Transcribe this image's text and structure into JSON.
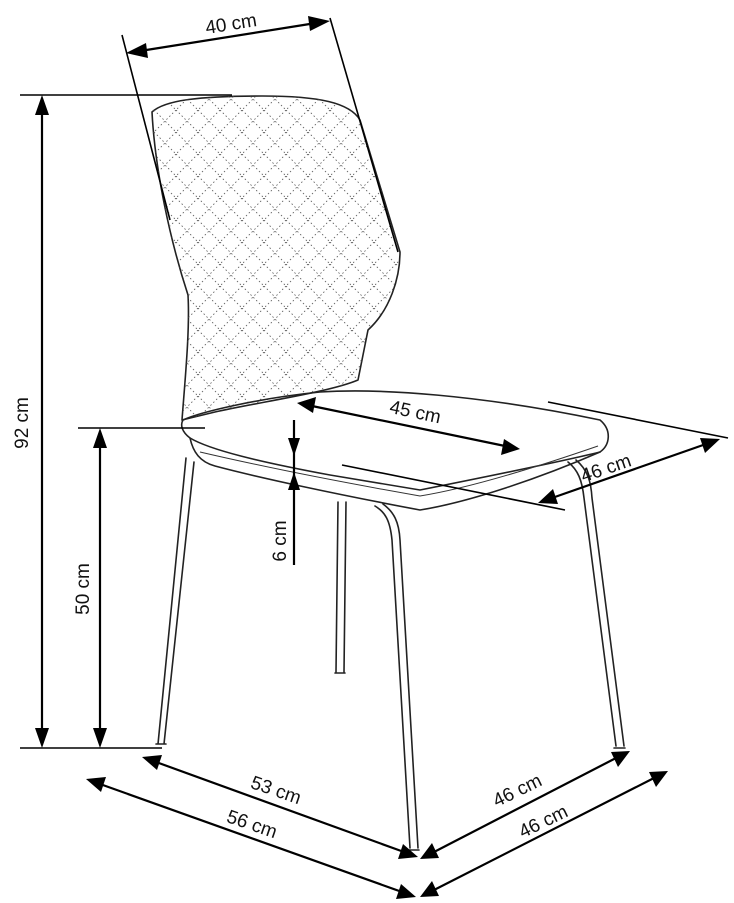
{
  "dimensions": {
    "backrest_width": "40 cm",
    "total_height": "92 cm",
    "seat_depth": "45 cm",
    "seat_width": "46 cm",
    "seat_thickness": "6 cm",
    "seat_height": "50 cm",
    "leg_depth": "53 cm",
    "overall_depth": "56 cm",
    "leg_width": "46 cm",
    "overall_width": "46 cm"
  }
}
